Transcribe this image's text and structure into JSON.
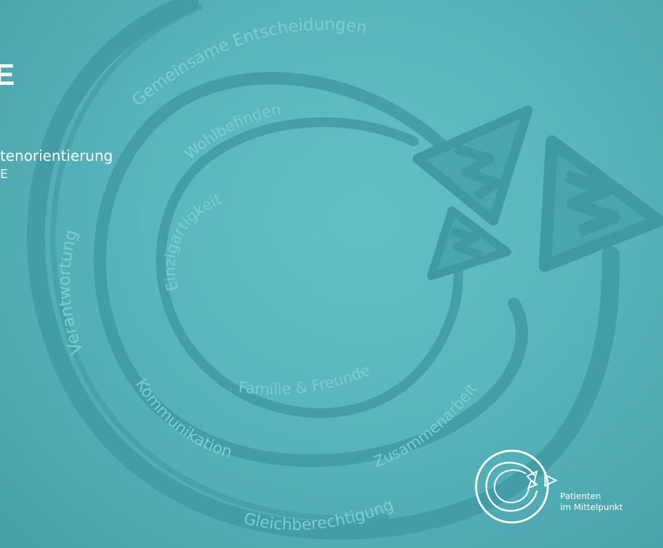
{
  "colors": {
    "background": "#58b5bc",
    "swirl": "#3f9aa3",
    "label": "#7cccd1",
    "foreground": "#ffffff"
  },
  "heading": {
    "visible_letter": "E",
    "subtitle_visible": "tenorientierung",
    "subtitle_second_line_visible": "E"
  },
  "words": {
    "shared_decisions": "Gemeinsame Entscheidungen",
    "wellbeing": "Wohlbefinden",
    "uniqueness": "Einzigartigkeit",
    "responsibility": "Verantwortung",
    "family": "Familie & Freunde",
    "communication": "Kommunikation",
    "cooperation": "Zusammenarbeit",
    "equality": "Gleichberechtigung"
  },
  "logo": {
    "line1": "Patienten",
    "line2": "im Mittelpunkt"
  }
}
